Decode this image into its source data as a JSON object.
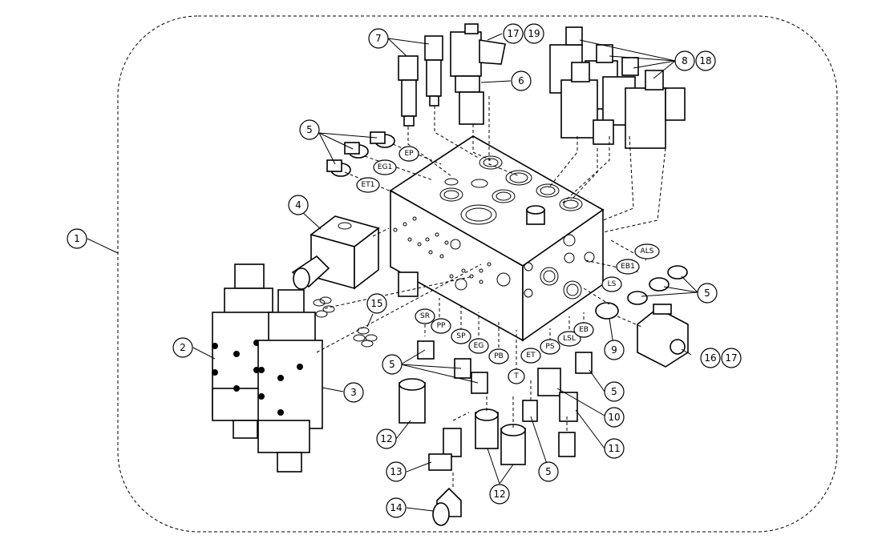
{
  "callouts": [
    {
      "id": "c1",
      "text": "1"
    },
    {
      "id": "c2",
      "text": "2"
    },
    {
      "id": "c3",
      "text": "3"
    },
    {
      "id": "c4",
      "text": "4"
    },
    {
      "id": "c5a",
      "text": "5"
    },
    {
      "id": "c5b",
      "text": "5"
    },
    {
      "id": "c5c",
      "text": "5"
    },
    {
      "id": "c5d",
      "text": "5"
    },
    {
      "id": "c5e",
      "text": "5"
    },
    {
      "id": "c6",
      "text": "6"
    },
    {
      "id": "c7",
      "text": "7"
    },
    {
      "id": "c8",
      "text": "8"
    },
    {
      "id": "c18",
      "text": "18"
    },
    {
      "id": "c9",
      "text": "9"
    },
    {
      "id": "c10",
      "text": "10"
    },
    {
      "id": "c11",
      "text": "11"
    },
    {
      "id": "c12a",
      "text": "12"
    },
    {
      "id": "c12b",
      "text": "12"
    },
    {
      "id": "c13",
      "text": "13"
    },
    {
      "id": "c14",
      "text": "14"
    },
    {
      "id": "c15",
      "text": "15"
    },
    {
      "id": "c16",
      "text": "16"
    },
    {
      "id": "c17a",
      "text": "17"
    },
    {
      "id": "c17b",
      "text": "17"
    },
    {
      "id": "c19",
      "text": "19"
    }
  ],
  "ports": [
    {
      "id": "p_ep",
      "text": "EP"
    },
    {
      "id": "p_eg1",
      "text": "EG1"
    },
    {
      "id": "p_et1",
      "text": "ET1"
    },
    {
      "id": "p_als",
      "text": "ALS"
    },
    {
      "id": "p_eb1",
      "text": "EB1"
    },
    {
      "id": "p_ls",
      "text": "LS"
    },
    {
      "id": "p_sr",
      "text": "SR"
    },
    {
      "id": "p_pp",
      "text": "PP"
    },
    {
      "id": "p_sp",
      "text": "SP"
    },
    {
      "id": "p_eg",
      "text": "EG"
    },
    {
      "id": "p_pb",
      "text": "PB"
    },
    {
      "id": "p_t",
      "text": "T"
    },
    {
      "id": "p_et",
      "text": "ET"
    },
    {
      "id": "p_ps",
      "text": "PS"
    },
    {
      "id": "p_lsl",
      "text": "LSL"
    },
    {
      "id": "p_eb",
      "text": "EB"
    }
  ],
  "colors": {
    "line": "#000000",
    "background": "#ffffff"
  }
}
